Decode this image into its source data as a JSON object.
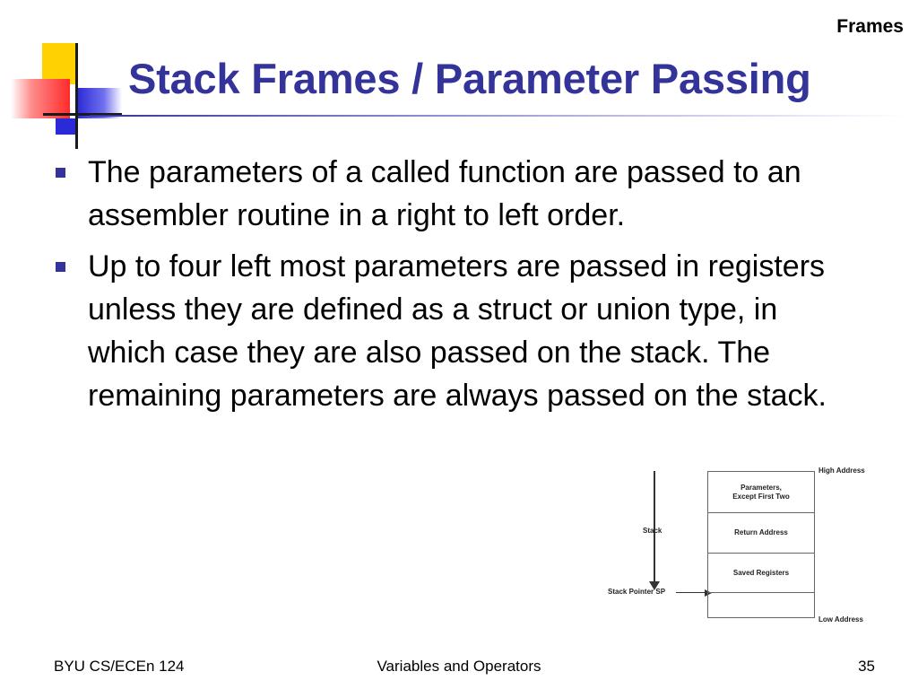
{
  "header": {
    "section": "Frames",
    "title": "Stack Frames / Parameter Passing"
  },
  "bullets": [
    "The parameters of a called function are passed to an assembler routine in a right to left order.",
    "Up to four left most parameters are passed in registers unless they are defined as a struct or union type, in which case they are also passed on the stack. The remaining parameters are always passed on the stack."
  ],
  "diagram": {
    "stack_label": "Stack",
    "stack_pointer_label": "Stack Pointer SP",
    "high_address": "High Address",
    "low_address": "Low Address",
    "cells": [
      "Parameters,\nExcept First Two",
      "Return Address",
      "Saved Registers",
      ""
    ]
  },
  "footer": {
    "left": "BYU CS/ECEn 124",
    "center": "Variables and Operators",
    "page_number": "35"
  },
  "colors": {
    "title": "#333399",
    "bullet": "#333399",
    "logo_yellow": "#ffd200",
    "logo_red": "#ff2a2a",
    "logo_blue": "#2a2ad8"
  }
}
